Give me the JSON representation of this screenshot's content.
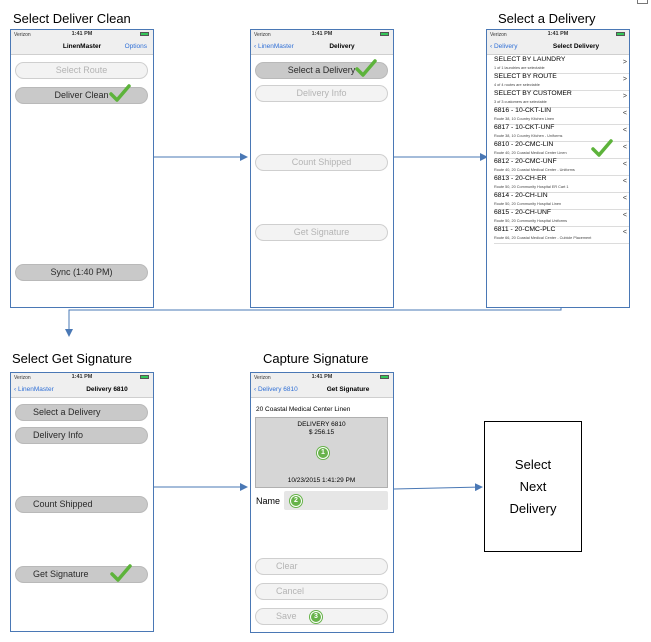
{
  "titles": {
    "deliver_clean": "Select Deliver Clean",
    "select_delivery": "Select a Delivery",
    "get_signature": "Select Get Signature",
    "capture_signature": "Capture Signature"
  },
  "status_bar": {
    "carrier": "Verizon",
    "time": "1:41 PM"
  },
  "screen1": {
    "nav_title": "LinenMaster",
    "options": "Options",
    "select_route": "Select Route",
    "deliver_clean": "Deliver Clean",
    "sync": "Sync (1:40 PM)"
  },
  "screen2": {
    "back": "LinenMaster",
    "nav_title": "Delivery",
    "select_delivery": "Select a Delivery",
    "delivery_info": "Delivery Info",
    "count_shipped": "Count Shipped",
    "get_signature": "Get Signature"
  },
  "screen3": {
    "back": "Delivery",
    "nav_title": "Select Delivery",
    "rows": [
      {
        "title": "SELECT BY LAUNDRY",
        "sub": "1 of 1 laundries are selectable",
        "chev": ">"
      },
      {
        "title": "SELECT BY ROUTE",
        "sub": "4 of 4 routes are selectable",
        "chev": ">"
      },
      {
        "title": "SELECT BY CUSTOMER",
        "sub": "3 of 3 customers are selectable",
        "chev": ">"
      },
      {
        "title": "6816 - 10-CKT-LIN",
        "sub": "Route 38, 10 Country Kitchen Linen",
        "chev": "<"
      },
      {
        "title": "6817 - 10-CKT-UNF",
        "sub": "Route 38, 10 Country Kitchen - Uniforms",
        "chev": "<"
      },
      {
        "title": "6810 - 20-CMC-LIN",
        "sub": "Route 40, 20 Coastal Medical Center Linen",
        "chev": "<"
      },
      {
        "title": "6812 - 20-CMC-UNF",
        "sub": "Route 40, 20 Coastal Medical Center - Uniforms",
        "chev": "<"
      },
      {
        "title": "6813 - 20-CH-ER",
        "sub": "Route 50, 20 Community Hospital ER Cart 1",
        "chev": "<"
      },
      {
        "title": "6814 - 20-CH-LIN",
        "sub": "Route 50, 20 Community Hospital Linen",
        "chev": "<"
      },
      {
        "title": "6815 - 20-CH-UNF",
        "sub": "Route 50, 20 Community Hospital Uniforms",
        "chev": "<"
      },
      {
        "title": "6811 - 20-CMC-PLC",
        "sub": "Route 66, 20 Coastal Medical Center - Cubicle Placement",
        "chev": "<"
      }
    ]
  },
  "screen4": {
    "back": "LinenMaster",
    "nav_title": "Delivery 6810",
    "select_delivery": "Select a Delivery",
    "delivery_info": "Delivery Info",
    "count_shipped": "Count Shipped",
    "get_signature": "Get Signature"
  },
  "screen5": {
    "back": "Delivery 6810",
    "nav_title": "Get Signature",
    "customer": "20 Coastal Medical Center Linen",
    "delivery_label": "DELIVERY 6810",
    "amount": "$ 256.15",
    "timestamp": "10/23/2015 1:41:29 PM",
    "name_label": "Name",
    "clear": "Clear",
    "cancel": "Cancel",
    "save": "Save",
    "markers": [
      "1",
      "2",
      "3"
    ]
  },
  "note": {
    "line1": "Select",
    "line2": "Next",
    "line3": "Delivery"
  },
  "colors": {
    "accent": "#2f6fd6",
    "check": "#5db33b",
    "frame": "#4a78b5"
  }
}
